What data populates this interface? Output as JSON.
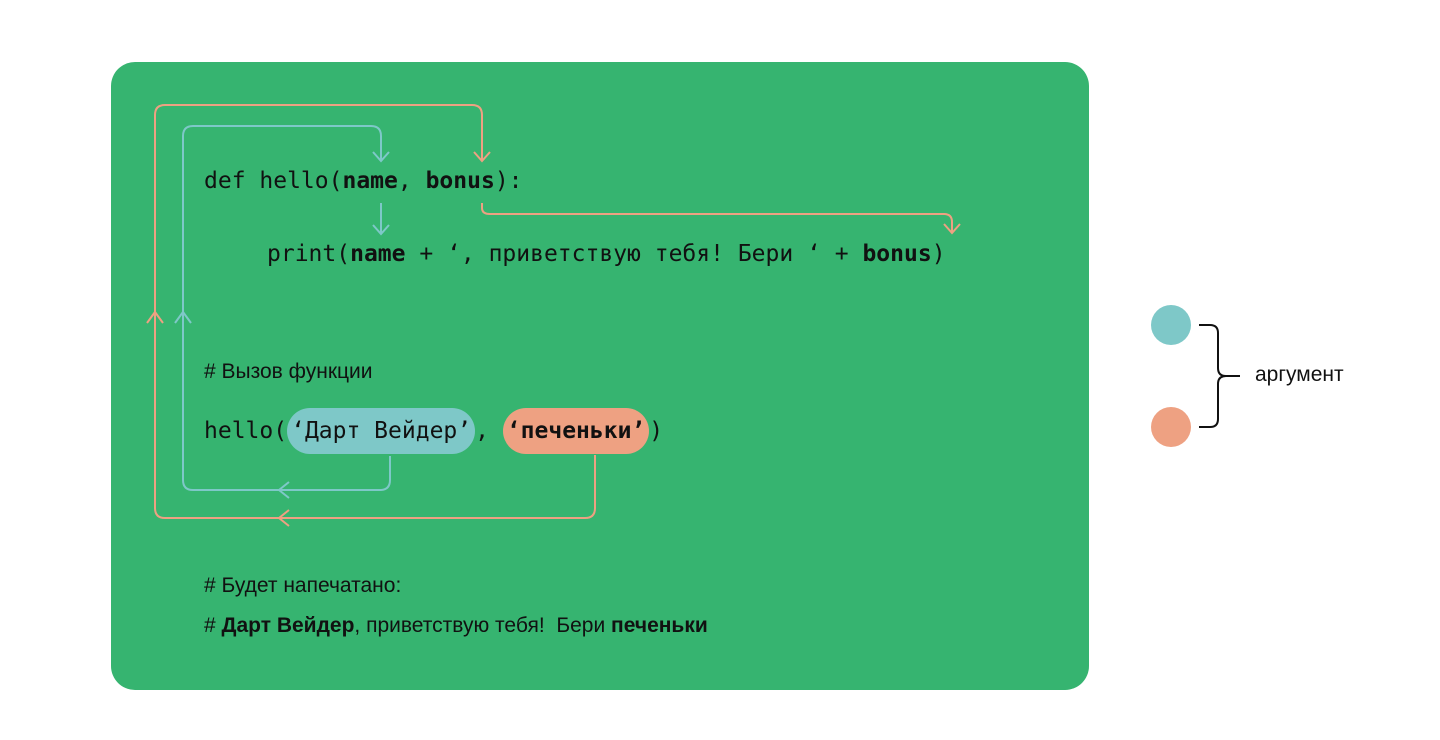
{
  "code": {
    "def_kw": "def hello(",
    "param1": "name",
    "sep1": ", ",
    "param2": "bonus",
    "def_end": "):",
    "print_start": "print(",
    "print_name": "name",
    "print_mid": " + ‘, приветствую тебя! Бери ‘ + ",
    "print_bonus": "bonus",
    "print_end": ")"
  },
  "call": {
    "comment": "# Вызов функции",
    "start": "hello(",
    "arg1": "‘Дарт Вейдер’",
    "sep": ", ",
    "arg2": "‘печеньки’",
    "end": ")"
  },
  "output": {
    "comment": "# Будет напечатано:",
    "line_prefix": "# ",
    "name": "Дарт Вейдер",
    "middle": ", приветствую тебя!  Бери ",
    "bonus": "печеньки"
  },
  "legend": {
    "label": "аргумент"
  },
  "colors": {
    "panel": "#36b470",
    "teal": "#7ec8c8",
    "salmon": "#eea182"
  }
}
